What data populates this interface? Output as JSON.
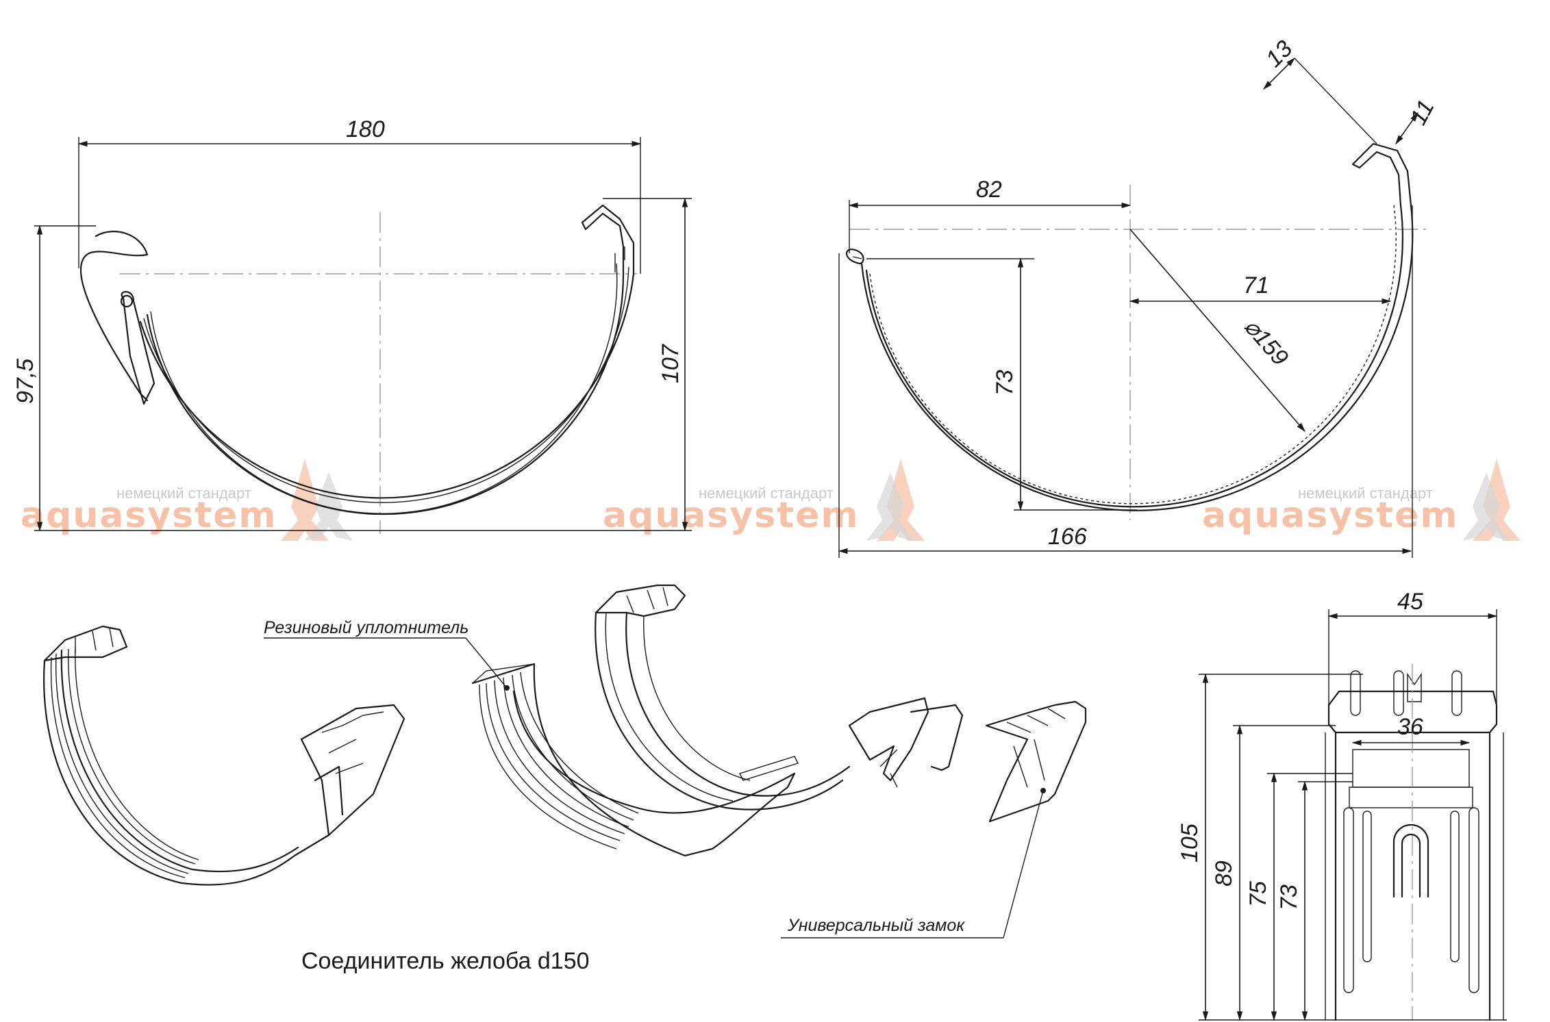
{
  "caption": "Соединитель желоба d150",
  "labels": {
    "seal": "Резиновый уплотнитель",
    "lock": "Универсальный замок"
  },
  "watermark": {
    "brand": "aquasystem",
    "subtitle": "немецкий стандарт"
  },
  "dimensions": {
    "front_width": "180",
    "front_left_height": "97,5",
    "front_right_height": "107",
    "side_half_width": "82",
    "side_radius_offset": "71",
    "side_diameter": "⌀159",
    "side_depth": "73",
    "side_total_width": "166",
    "side_lip_13": "13",
    "side_lip_11": "11",
    "strip_width": "45",
    "strip_inner_width": "36",
    "strip_h105": "105",
    "strip_h89": "89",
    "strip_h75": "75",
    "strip_h73": "73"
  },
  "colors": {
    "line": "#1a1a1a",
    "watermark_brand": "#f4ad8a",
    "watermark_sub": "#c9c9c9"
  }
}
